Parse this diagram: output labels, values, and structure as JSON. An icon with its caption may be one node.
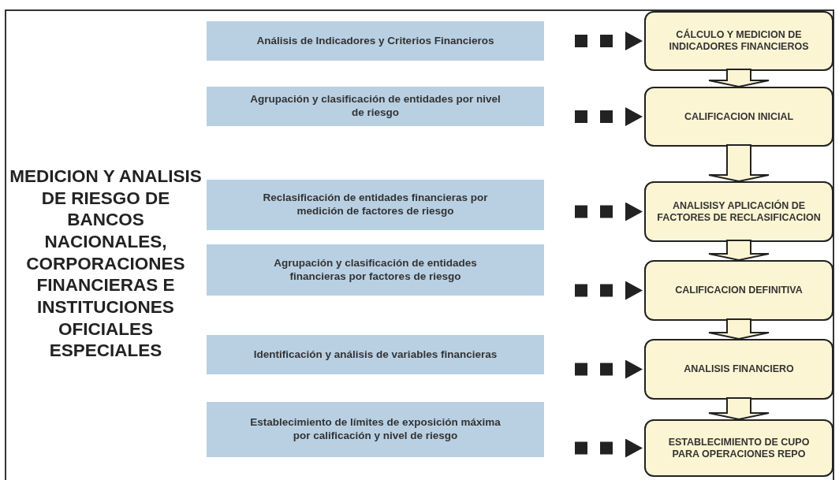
{
  "diagram": {
    "title": "MEDICION Y ANALISIS DE RIESGO DE BANCOS NACIONALES, CORPORACIONES FINANCIERAS E INSTITUCIONES OFICIALES ESPECIALES",
    "nodes": [
      {
        "text": [
          "Análisis de Indicadores y Criterios Financieros"
        ]
      },
      {
        "text": [
          "Agrupación y clasificación de entidades por nivel de riesgo"
        ]
      },
      {
        "text": [
          "Reclasificación de entidades financieras por medición de factores de riesgo"
        ]
      },
      {
        "text": [
          "Agrupación y clasificación de entidades financieras por factores de riesgo"
        ]
      },
      {
        "text": [
          "Identificación y análisis de variables financieras"
        ]
      },
      {
        "text": [
          "Establecimiento de  límites de exposición máxima por calificación y nivel de riesgo"
        ]
      },
      {
        "text": [
          "CÁLCULO Y MEDICION DE INDICADORES FINANCIEROS"
        ]
      },
      {
        "text": [
          "CALIFICACION INICIAL"
        ]
      },
      {
        "text": [
          "ANALISISY APLICACIÓN DE FACTORES DE RECLASIFICACION"
        ]
      },
      {
        "text": [
          "CALIFICACION DEFINITIVA"
        ]
      },
      {
        "text": [
          "ANALISIS FINANCIERO"
        ]
      },
      {
        "text": [
          "ESTABLECIMIENTO DE CUPO PARA OPERACIONES REPO"
        ]
      }
    ],
    "edges": [
      {
        "from": 0,
        "to": 6,
        "arrow": "to",
        "style": "dashed"
      },
      {
        "from": 1,
        "to": 7,
        "arrow": "to",
        "style": "dashed"
      },
      {
        "from": 2,
        "to": 8,
        "arrow": "to",
        "style": "dashed"
      },
      {
        "from": 3,
        "to": 9,
        "arrow": "to",
        "style": "dashed"
      },
      {
        "from": 4,
        "to": 10,
        "arrow": "to",
        "style": "dashed"
      },
      {
        "from": 5,
        "to": 11,
        "arrow": "to",
        "style": "dashed"
      },
      {
        "from": 6,
        "to": 7,
        "arrow": "to",
        "style": "thick"
      },
      {
        "from": 7,
        "to": 8,
        "arrow": "to",
        "style": "thick"
      },
      {
        "from": 8,
        "to": 9,
        "arrow": "to",
        "style": "thick"
      },
      {
        "from": 9,
        "to": 10,
        "arrow": "to",
        "style": "thick"
      },
      {
        "from": 10,
        "to": 11,
        "arrow": "to",
        "style": "thick"
      }
    ]
  }
}
